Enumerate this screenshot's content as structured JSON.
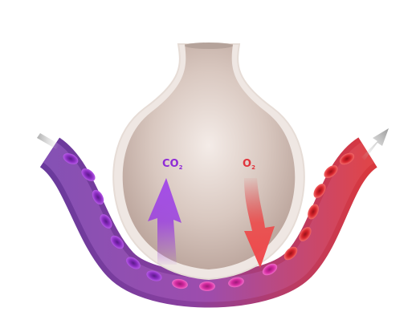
{
  "labels": {
    "co2": {
      "base": "CO",
      "sub": "2"
    },
    "o2": {
      "base": "O",
      "sub": "2"
    }
  },
  "colors": {
    "co2": "#8e2bd6",
    "o2": "#e0343c",
    "alveolus": "#d9c8c0",
    "deoxygenated_blood": "#7d3fa6",
    "oxygenated_blood": "#d43a48"
  }
}
